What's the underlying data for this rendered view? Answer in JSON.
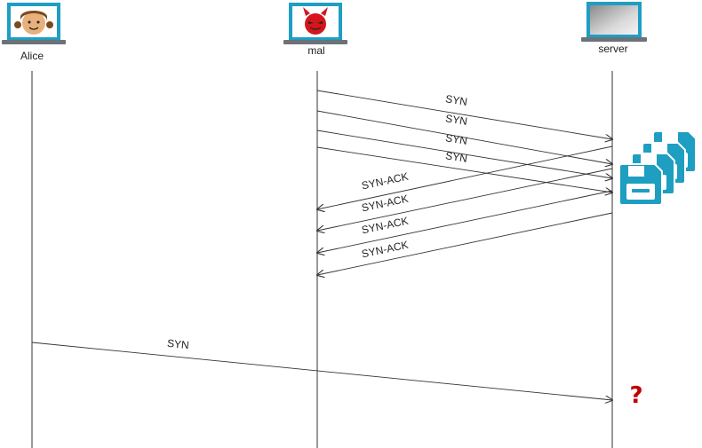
{
  "nodes": {
    "alice": {
      "label": "Alice",
      "icon": "girl-face-laptop-icon"
    },
    "mal": {
      "label": "mal",
      "icon": "devil-face-laptop-icon"
    },
    "server": {
      "label": "server",
      "icon": "gray-screen-laptop-icon"
    }
  },
  "messages": {
    "flood_syn": [
      "SYN",
      "SYN",
      "SYN",
      "SYN"
    ],
    "flood_synack": [
      "SYN-ACK",
      "SYN-ACK",
      "SYN-ACK",
      "SYN-ACK"
    ],
    "alice_syn": "SYN"
  },
  "server_state": {
    "stacked_icon": "save-disk-stack-icon",
    "unknown_symbol": "?"
  },
  "colors": {
    "laptop_frame": "#1f9ec4",
    "laptop_base": "#6b7279",
    "disk": "#1e9ec1",
    "question_mark": "#c00000",
    "line": "#333333"
  }
}
